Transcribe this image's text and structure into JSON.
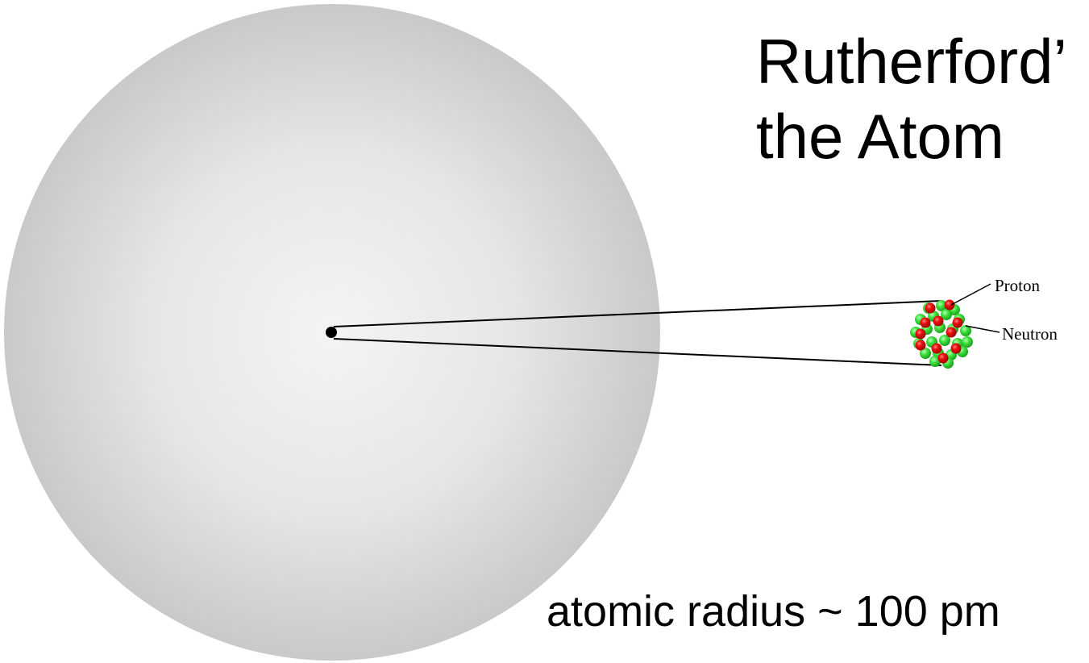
{
  "title": {
    "line1": "Rutherford’",
    "line2": "the Atom"
  },
  "labels": {
    "proton": "Proton",
    "neutron": "Neutron"
  },
  "caption": "atomic radius ~ 100 pm",
  "colors": {
    "sphere_center": "#f3f3f3",
    "sphere_edge": "#c8c8c8",
    "proton": "#e00000",
    "neutron": "#33dd33",
    "lines": "#000000"
  }
}
